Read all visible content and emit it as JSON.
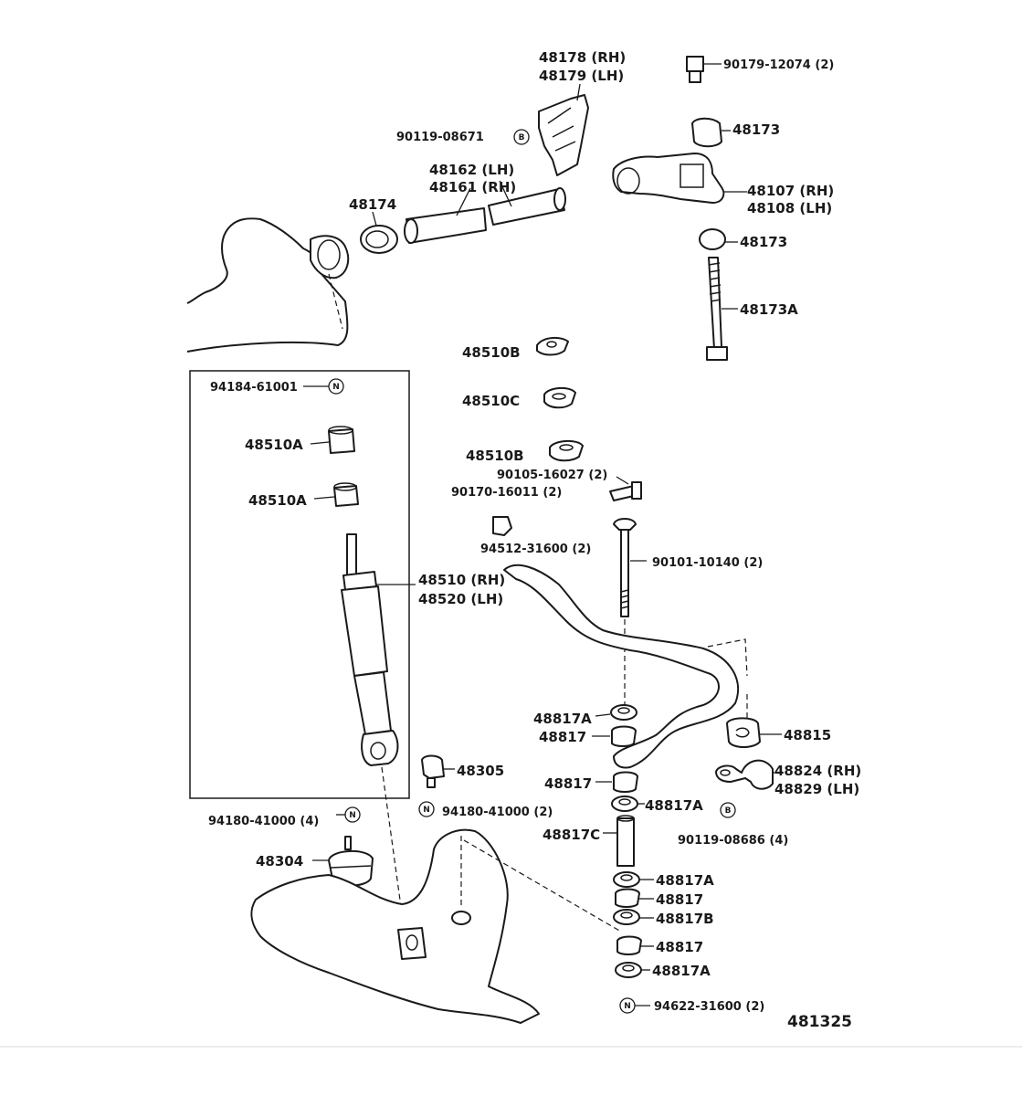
{
  "diagram": {
    "figure_number": "481325",
    "callouts": {
      "c48178": "48178 (RH)",
      "c48179": "48179 (LH)",
      "c90179": "90179-12074 (2)",
      "c90119a": "90119-08671",
      "c48173a": "48173",
      "c48162": "48162 (LH)",
      "c48161": "48161 (RH)",
      "c48174": "48174",
      "c48107": "48107 (RH)",
      "c48108": "48108 (LH)",
      "c48173b": "48173",
      "c48173A": "48173A",
      "c48510B1": "48510B",
      "c48510C": "48510C",
      "c48510B2": "48510B",
      "c94184": "94184-61001",
      "c48510A1": "48510A",
      "c48510A2": "48510A",
      "c90105": "90105-16027 (2)",
      "c90170": "90170-16011 (2)",
      "c94512": "94512-31600 (2)",
      "c90101": "90101-10140 (2)",
      "c48510": "48510 (RH)",
      "c48520": "48520 (LH)",
      "c48817A1": "48817A",
      "c48817a": "48817",
      "c48815": "48815",
      "c48824": "48824 (RH)",
      "c48829": "48829 (LH)",
      "c48305": "48305",
      "c48817b": "48817",
      "c48817A2": "48817A",
      "c94180a": "94180-41000 (4)",
      "c94180b": "94180-41000 (2)",
      "c90119b": "90119-08686 (4)",
      "c48817C": "48817C",
      "c48304": "48304",
      "c48817A3": "48817A",
      "c48817c": "48817",
      "c48817B": "48817B",
      "c48817d": "48817",
      "c48817A4": "48817A",
      "c94622": "94622-31600 (2)"
    },
    "badges": {
      "new": "N",
      "bolt": "B"
    }
  }
}
